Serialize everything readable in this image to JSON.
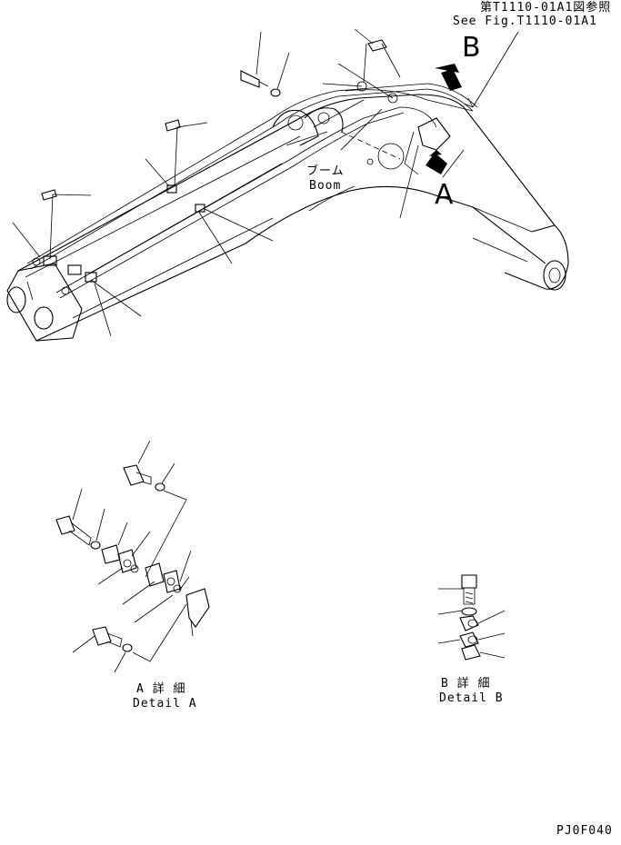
{
  "reference": {
    "jp": "第T1110-01A1図参照",
    "en": "See Fig.T1110-01A1"
  },
  "view_labels": {
    "a": "A",
    "b": "B"
  },
  "boom_label": {
    "jp": "ブーム",
    "en": "Boom"
  },
  "detail_a": {
    "jp": "A 詳 細",
    "en": "Detail A"
  },
  "detail_b": {
    "jp": "B 詳 細",
    "en": "Detail B"
  },
  "drawing_code": "PJ0F040"
}
